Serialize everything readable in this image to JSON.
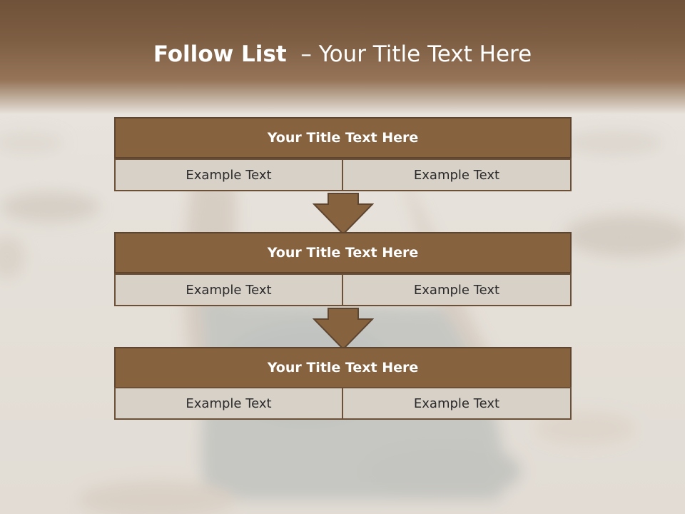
{
  "slide": {
    "title_bold": "Follow List",
    "title_rest": "  – Your Title Text Here"
  },
  "blocks": [
    {
      "title": "Your Title Text Here",
      "left": "Example Text",
      "right": "Example Text"
    },
    {
      "title": "Your Title Text Here",
      "left": "Example Text",
      "right": "Example Text"
    },
    {
      "title": "Your Title Text Here",
      "left": "Example Text",
      "right": "Example Text"
    }
  ],
  "colors": {
    "header_fill": "#86623f",
    "header_border": "#5e4530",
    "cell_fill": "#d8d1c8",
    "arrow_fill": "#86623f",
    "title_band": "#6f5239"
  },
  "background": {
    "description_icon": "faded-photo-background"
  }
}
